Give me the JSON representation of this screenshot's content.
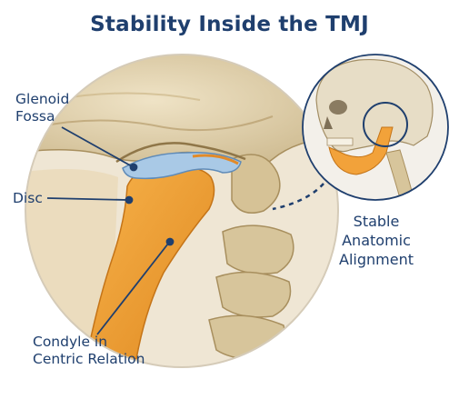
{
  "title": "Stability Inside the TMJ",
  "labels": {
    "glenoid_fossa": [
      "Glenoid",
      "Fossa"
    ],
    "disc": "Disc",
    "condyle": [
      "Condyle in",
      "Centric Relation"
    ],
    "stable": [
      "Stable",
      "Anatomic",
      "Alignment"
    ]
  },
  "colors": {
    "title": "#1f3f6e",
    "bone": "#d9c9a4",
    "condyle": "#f2a23a",
    "disc": "#a9c9e6",
    "leader": "#1f3f6e"
  }
}
